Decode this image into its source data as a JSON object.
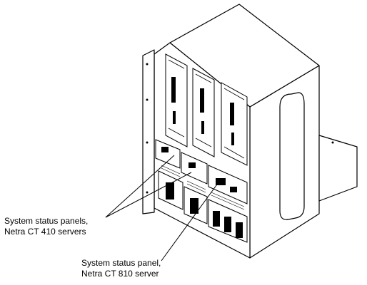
{
  "callouts": [
    {
      "line1": "System status panels,",
      "line2": "Netra CT 410 servers"
    },
    {
      "line1": "System status panel,",
      "line2": "Netra CT 810 server"
    }
  ],
  "colors": {
    "stroke": "#000000",
    "background": "#ffffff"
  }
}
